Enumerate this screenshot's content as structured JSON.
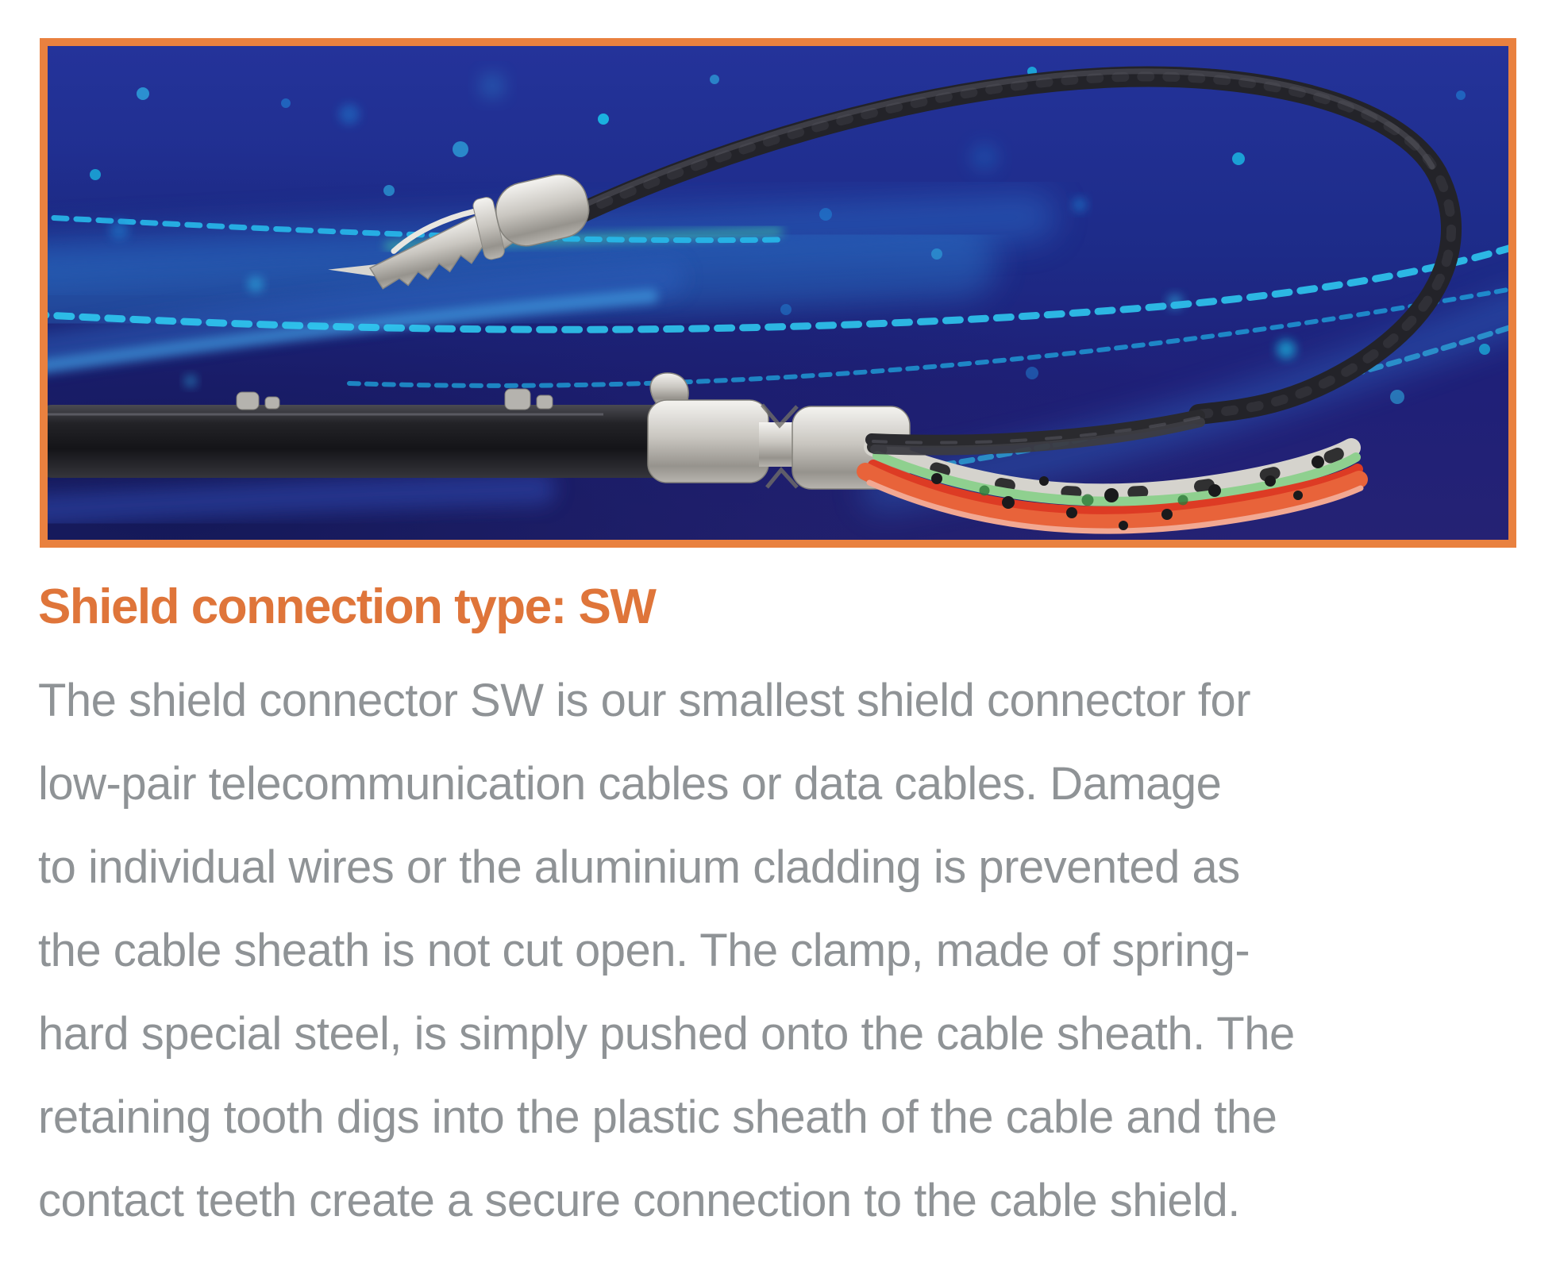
{
  "page": {
    "background": "#ffffff"
  },
  "hero": {
    "description": "Photo: black data cable with SW shield connector clamp and crimped pigtail wire loop over a blue fiber-optic light background",
    "border_color": "#e9813f"
  },
  "heading": {
    "text": "Shield connection type: SW",
    "color": "#df753a"
  },
  "body": {
    "color": "#8f9396",
    "lines": [
      "The shield connector SW is our smallest shield connector for",
      "low-pair telecommunication cables or data cables. Damage",
      "to individual wires or the aluminium cladding is prevented as",
      "the cable sheath is not cut open. The clamp, made of spring-",
      "hard special steel, is simply pushed onto the cable sheath. The",
      "retaining tooth digs into the plastic sheath of the cable and the",
      "contact teeth create a secure connection to the cable shield."
    ]
  }
}
